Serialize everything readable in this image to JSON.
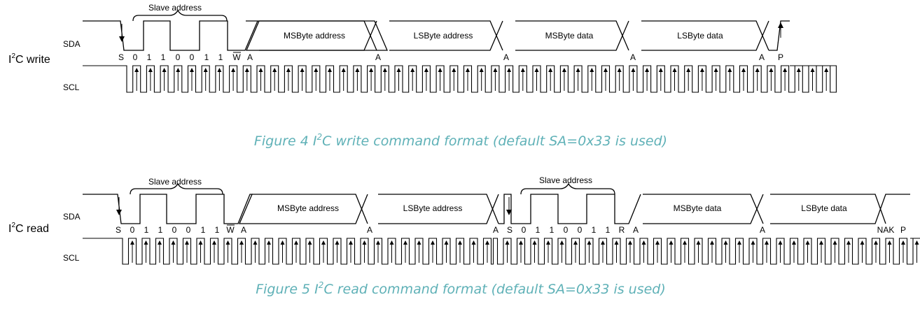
{
  "colors": {
    "caption": "#5fb1b7",
    "line": "#000000"
  },
  "write": {
    "title_pre": "I",
    "title_sup": "2",
    "title_post": "C write",
    "sda_label": "SDA",
    "scl_label": "SCL",
    "slave_address_label": "Slave address",
    "bits": [
      "S",
      "0",
      "1",
      "1",
      "0",
      "0",
      "1",
      "1",
      "W",
      "A",
      "A",
      "A",
      "A",
      "A",
      "P"
    ],
    "fields": [
      "MSByte address",
      "LSByte address",
      "MSByte data",
      "LSByte data"
    ],
    "caption_pre": "Figure 4 I",
    "caption_sup": "2",
    "caption_post": "C write command format (default SA=0x33 is used)"
  },
  "read": {
    "title_pre": "I",
    "title_sup": "2",
    "title_post": "C read",
    "sda_label": "SDA",
    "scl_label": "SCL",
    "slave_address_label": "Slave address",
    "slave_address_label_2": "Slave address",
    "bits": [
      "S",
      "0",
      "1",
      "1",
      "0",
      "0",
      "1",
      "1",
      "W",
      "A",
      "A",
      "A",
      "S",
      "0",
      "1",
      "1",
      "0",
      "0",
      "1",
      "1",
      "R",
      "A",
      "A",
      "NAK",
      "P"
    ],
    "fields": [
      "MSByte address",
      "LSByte address",
      "MSByte data",
      "LSByte data"
    ],
    "caption_pre": "Figure 5 I",
    "caption_sup": "2",
    "caption_post": "C read command format (default SA=0x33 is used)"
  }
}
